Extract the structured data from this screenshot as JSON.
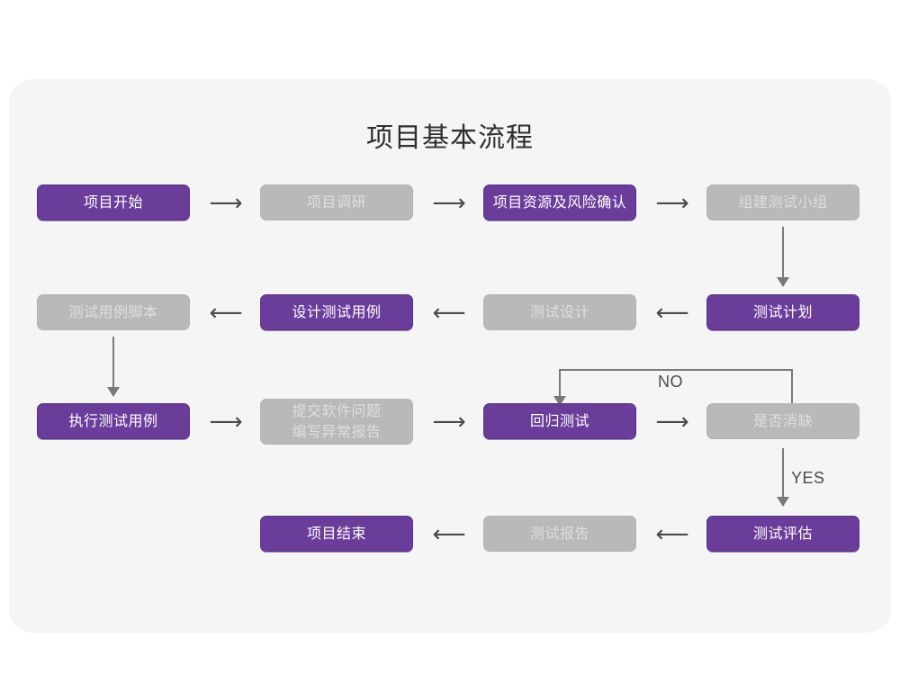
{
  "page": {
    "background_color": "#ffffff",
    "card_color": "#f5f5f5",
    "purple": "#6b3d9b",
    "gray": "#b9b9b9",
    "title": "项目基本流程"
  },
  "flow": {
    "rows": [
      {
        "nodes": [
          {
            "label": "项目开始",
            "style": "purple"
          },
          {
            "label": "项目调研",
            "style": "gray"
          },
          {
            "label": "项目资源及风险确认",
            "style": "purple"
          },
          {
            "label": "组建测试小组",
            "style": "gray"
          }
        ],
        "connectors": [
          "⟶",
          "⟶",
          "⟶"
        ]
      },
      {
        "nodes": [
          {
            "label": "测试用例脚本",
            "style": "gray"
          },
          {
            "label": "设计测试用例",
            "style": "purple"
          },
          {
            "label": "测试设计",
            "style": "gray"
          },
          {
            "label": "测试计划",
            "style": "purple"
          }
        ],
        "connectors": [
          "⟵",
          "⟵",
          "⟵"
        ]
      },
      {
        "nodes": [
          {
            "label": "执行测试用例",
            "style": "purple"
          },
          {
            "label": "提交软件问题\n编写异常报告",
            "style": "gray"
          },
          {
            "label": "回归测试",
            "style": "purple"
          },
          {
            "label": "是否消缺",
            "style": "gray"
          }
        ],
        "connectors": [
          "⟶",
          "⟶",
          "⟶"
        ]
      },
      {
        "nodes": [
          {
            "label": "项目结束",
            "style": "purple"
          },
          {
            "label": "测试报告",
            "style": "gray"
          },
          {
            "label": "测试评估",
            "style": "purple"
          }
        ],
        "connectors": [
          "⟵",
          "⟵"
        ]
      }
    ],
    "edge_labels": {
      "no": "NO",
      "yes": "YES"
    }
  }
}
